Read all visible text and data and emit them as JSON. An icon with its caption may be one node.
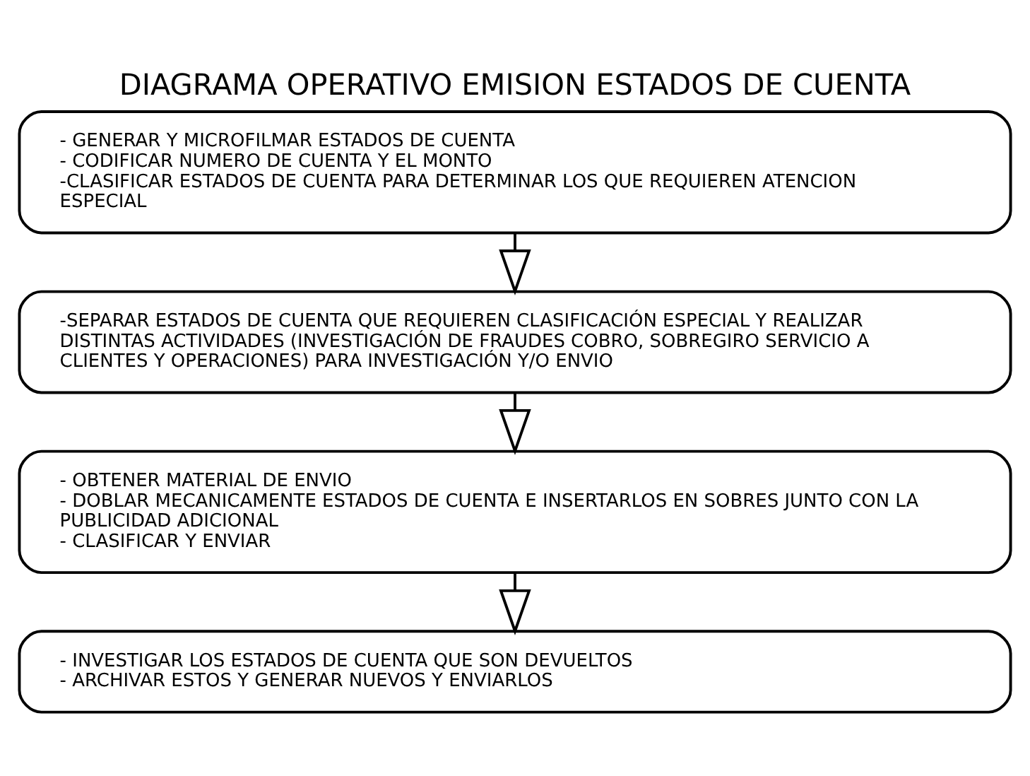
{
  "diagram": {
    "title": "DIAGRAMA OPERATIVO EMISION ESTADOS DE CUENTA",
    "nodes": [
      {
        "text": [
          "- GENERAR Y MICROFILMAR ESTADOS DE CUENTA",
          "- CODIFICAR NUMERO DE CUENTA Y EL MONTO",
          "-CLASIFICAR ESTADOS DE CUENTA PARA DETERMINAR LOS QUE REQUIEREN ATENCION ESPECIAL"
        ]
      },
      {
        "text": [
          "-SEPARAR ESTADOS DE CUENTA QUE REQUIEREN CLASIFICACIÓN ESPECIAL Y REALIZAR DISTINTAS ACTIVIDADES (INVESTIGACIÓN DE FRAUDES COBRO, SOBREGIRO SERVICIO A CLIENTES Y OPERACIONES) PARA INVESTIGACIÓN Y/O ENVIO"
        ]
      },
      {
        "text": [
          "- OBTENER MATERIAL DE ENVIO",
          "- DOBLAR MECANICAMENTE ESTADOS DE CUENTA E INSERTARLOS EN SOBRES JUNTO CON LA PUBLICIDAD ADICIONAL",
          "- CLASIFICAR Y ENVIAR"
        ]
      },
      {
        "text": [
          "- INVESTIGAR LOS ESTADOS DE CUENTA QUE SON DEVUELTOS",
          "- ARCHIVAR ESTOS Y GENERAR NUEVOS Y ENVIARLOS"
        ]
      }
    ],
    "edges": [
      {
        "from": 0,
        "to": 1,
        "arrow": "to"
      },
      {
        "from": 1,
        "to": 2,
        "arrow": "to"
      },
      {
        "from": 2,
        "to": 3,
        "arrow": "to"
      }
    ]
  }
}
